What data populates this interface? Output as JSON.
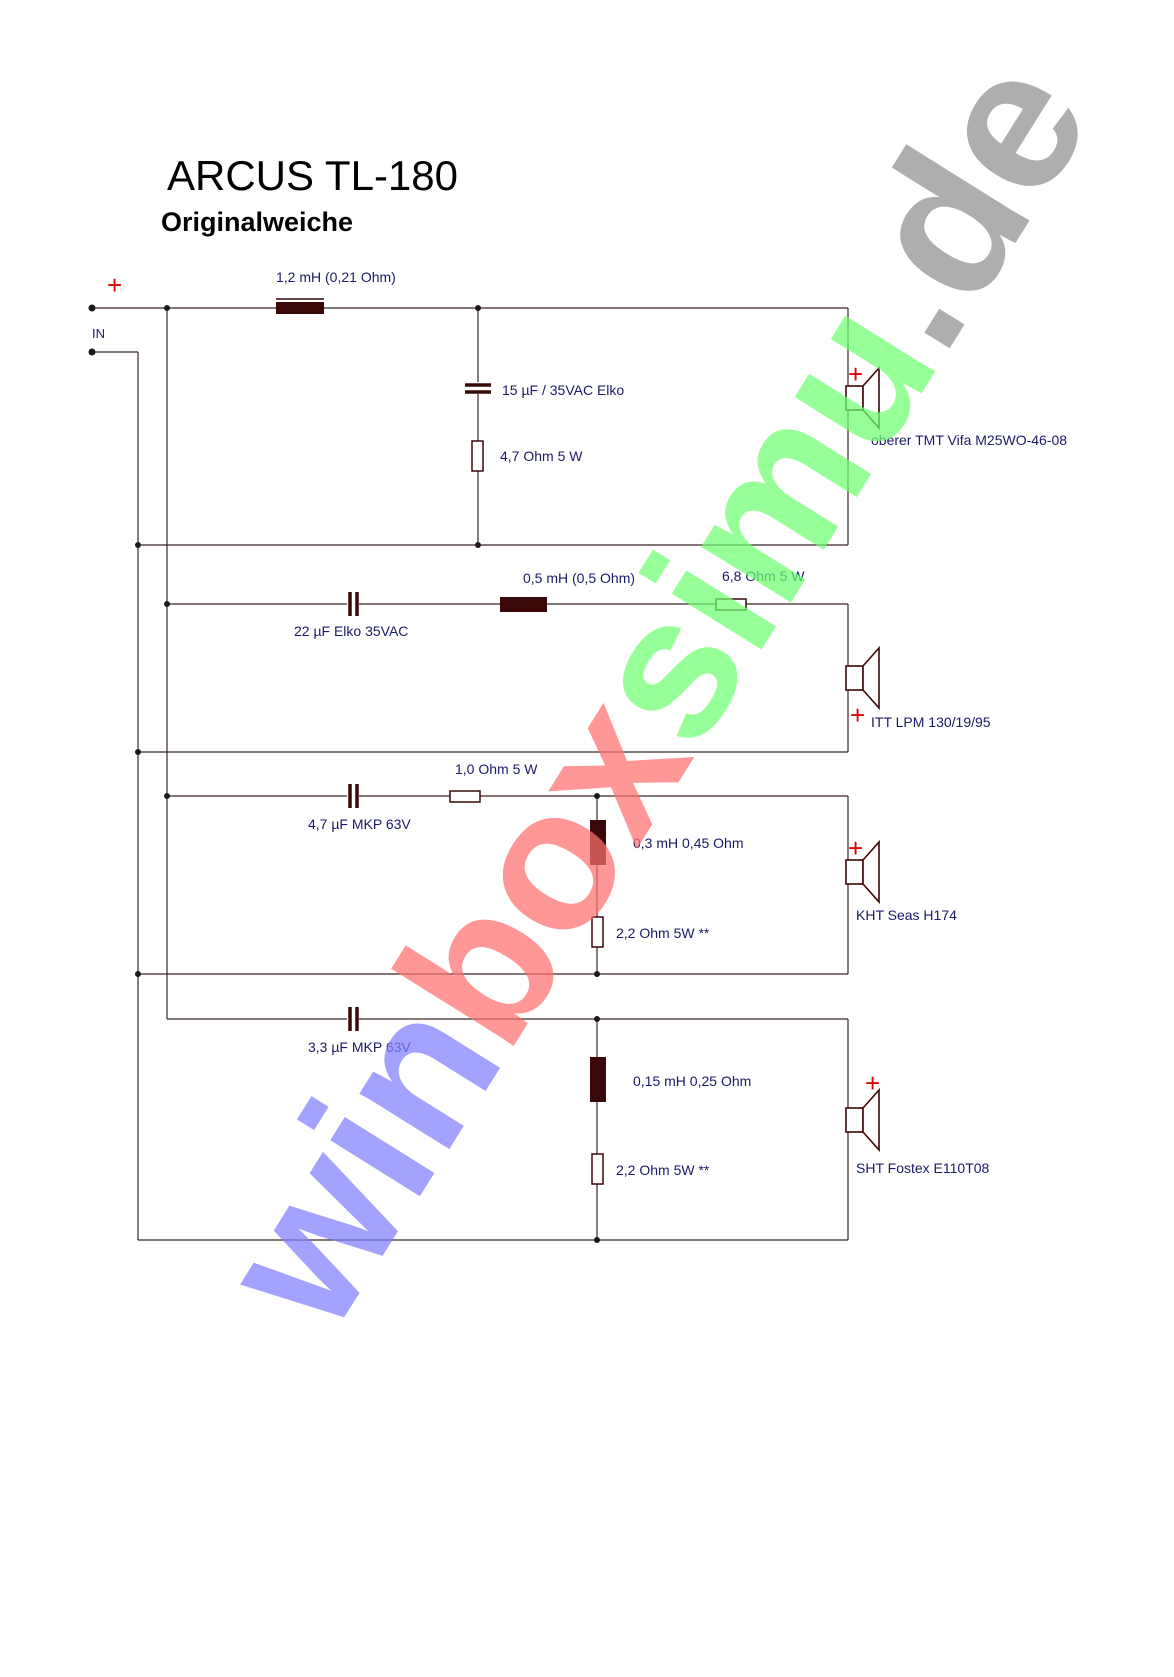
{
  "title": "ARCUS TL-180",
  "subtitle": "Originalweiche",
  "input": {
    "label": "IN",
    "plus": "+"
  },
  "components": {
    "l1": "1,2 mH (0,21 Ohm)",
    "c1": "15 µF / 35VAC Elko",
    "r1": "4,7 Ohm 5 W",
    "c2": "22 µF Elko 35VAC",
    "l2": "0,5 mH (0,5 Ohm)",
    "r2": "6,8 Ohm 5 W",
    "c3": "4,7 µF MKP 63V",
    "r3": "1,0 Ohm 5 W",
    "l3": "0,3 mH 0,45 Ohm",
    "r4": "2,2 Ohm 5W **",
    "c4": "3,3 µF MKP 63V",
    "l4": "0,15 mH 0,25 Ohm",
    "r5": "2,2 Ohm 5W **"
  },
  "speakers": {
    "s1": "oberer TMT Vifa M25WO-46-08",
    "s2": "ITT LPM 130/19/95",
    "s3": "KHT Seas H174",
    "s4": "SHT Fostex E110T08"
  },
  "watermark": {
    "part1": "win",
    "part2": "box",
    "part3": "simu",
    "part4": ".de",
    "color1": "#8080ff",
    "color2": "#ff7070",
    "color3": "#70ff70",
    "color4": "#909090"
  }
}
